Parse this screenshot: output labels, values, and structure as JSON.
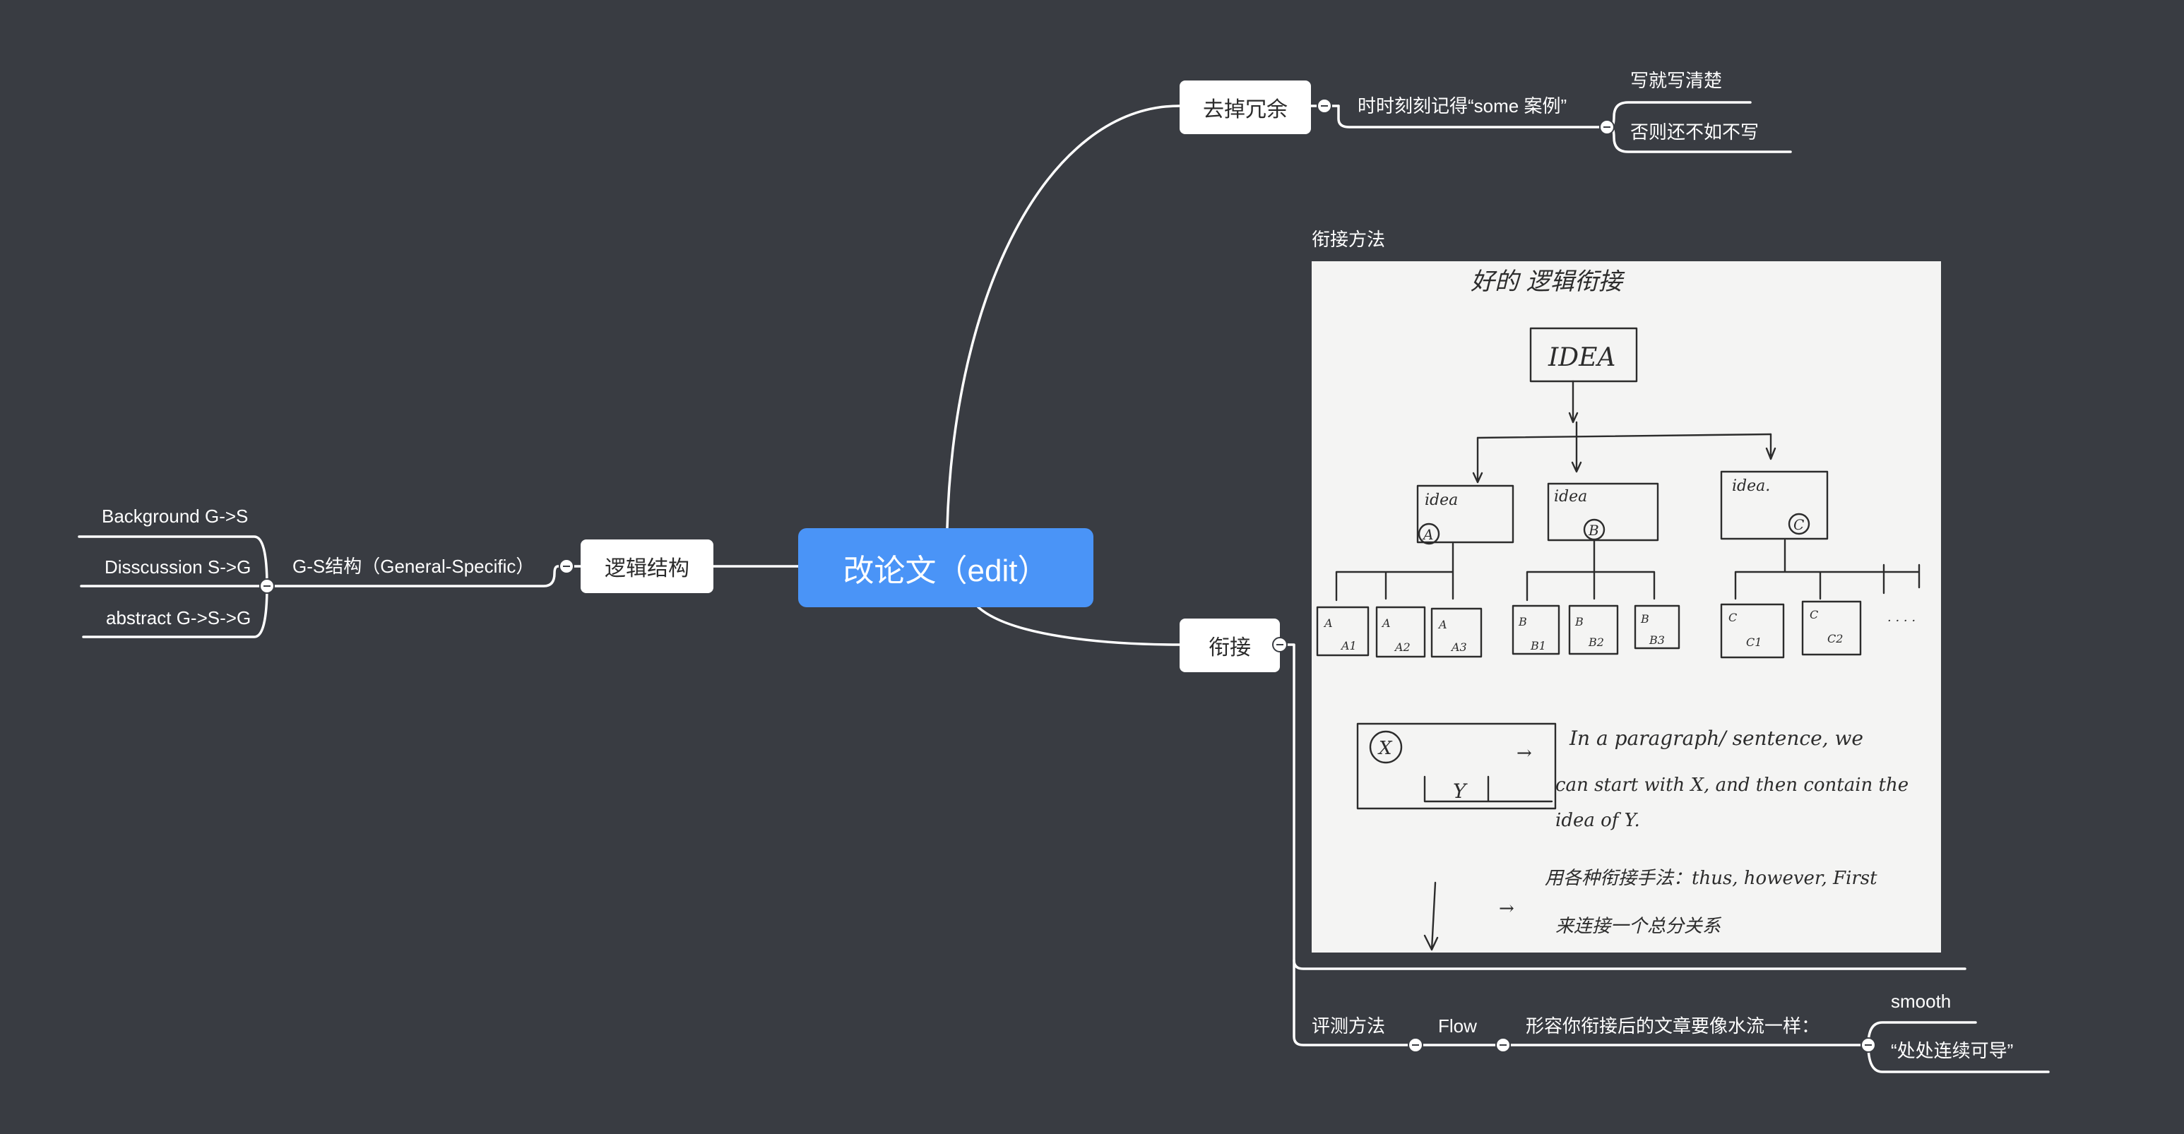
{
  "root": {
    "label": "改论文（edit）"
  },
  "branch_redundancy": {
    "label": "去掉冗余",
    "child": "时时刻刻记得“some 案例”",
    "leaves": [
      "写就写清楚",
      "否则还不如不写"
    ]
  },
  "branch_cohesion": {
    "label": "衔接",
    "image_caption": "衔接方法",
    "sketch": {
      "title": "好的 逻辑衔接",
      "top": "IDEA",
      "mids": [
        "idea",
        "idea",
        "idea."
      ],
      "mid_marks": [
        "A",
        "B",
        "C"
      ],
      "leaf_marks": [
        "A",
        "A",
        "A",
        "B",
        "B",
        "B",
        "C",
        "C"
      ],
      "leaf_labels": [
        "A1",
        "A2",
        "A3",
        "B1",
        "B2",
        "B3",
        "C1",
        "C2"
      ],
      "ellipsis": "· · · ·",
      "x_mark": "X",
      "y_mark": "Y",
      "note_lines": [
        "In a paragraph/ sentence, we",
        "can start with X, and then contain the",
        "idea of Y."
      ],
      "chinese_line_1": "用各种衔接手法：thus, however, First",
      "chinese_line_2": "来连接一个总分关系",
      "arrow": "→"
    },
    "eval": {
      "label": "评测方法",
      "flow": "Flow",
      "desc": "形容你衔接后的文章要像水流一样：",
      "leaves": [
        "smooth",
        "“处处连续可导”"
      ]
    }
  },
  "branch_logic": {
    "label": "逻辑结构",
    "child": "G-S结构（General-Specific）",
    "leaves": [
      "Background G->S",
      "Disscussion S->G",
      "abstract G->S->G"
    ]
  },
  "colors": {
    "background": "#393c42",
    "root": "#4a94f7",
    "line": "#ffffff",
    "node": "#ffffff"
  }
}
